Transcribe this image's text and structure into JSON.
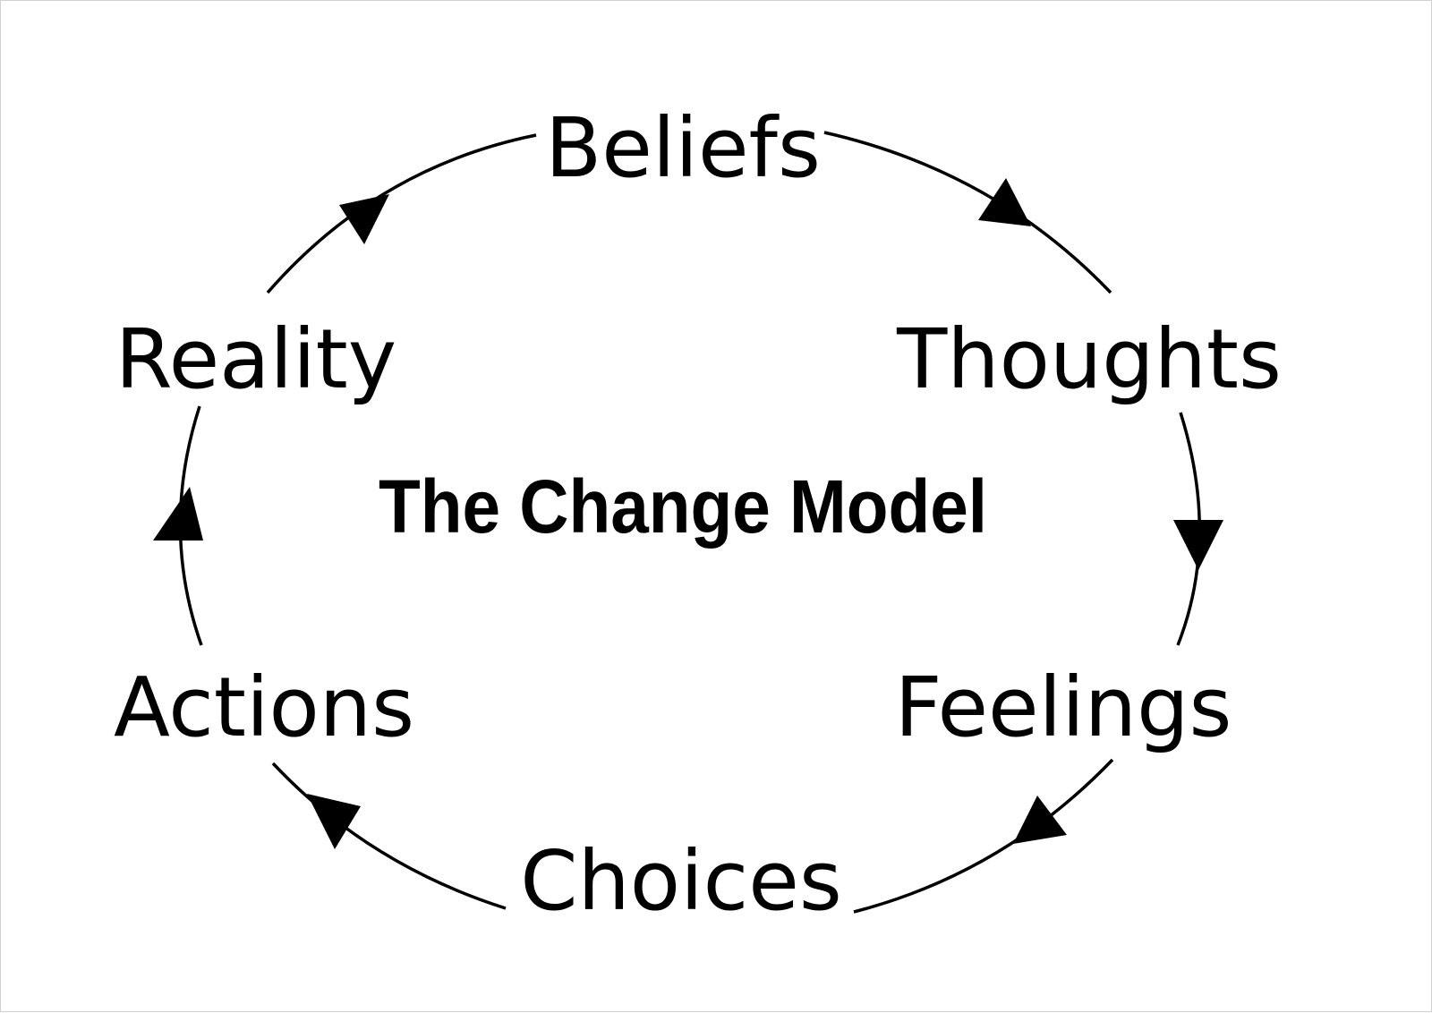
{
  "diagram": {
    "title": "The Change Model",
    "nodes": [
      {
        "id": "beliefs",
        "label": "Beliefs"
      },
      {
        "id": "thoughts",
        "label": "Thoughts"
      },
      {
        "id": "feelings",
        "label": "Feelings"
      },
      {
        "id": "choices",
        "label": "Choices"
      },
      {
        "id": "actions",
        "label": "Actions"
      },
      {
        "id": "reality",
        "label": "Reality"
      }
    ],
    "flow": [
      {
        "from": "beliefs",
        "to": "thoughts"
      },
      {
        "from": "thoughts",
        "to": "feelings"
      },
      {
        "from": "feelings",
        "to": "choices"
      },
      {
        "from": "choices",
        "to": "actions"
      },
      {
        "from": "actions",
        "to": "reality"
      },
      {
        "from": "reality",
        "to": "beliefs"
      }
    ],
    "colors": {
      "line": "#000000",
      "text": "#000000",
      "background": "#ffffff"
    }
  }
}
